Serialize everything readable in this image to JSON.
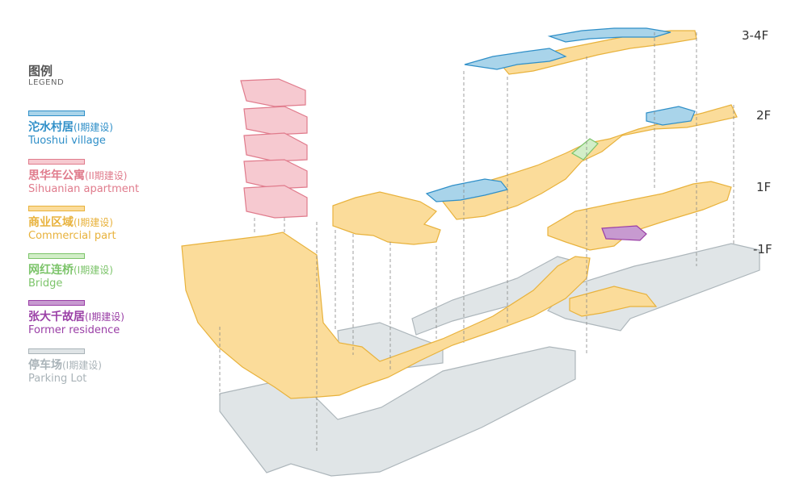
{
  "legend": {
    "title": "图例",
    "subtitle": "LEGEND",
    "items": [
      {
        "cn": "沱水村居",
        "phase": "(I期建设)",
        "en": "Tuoshui village",
        "color": "#2f8fc8",
        "fill": "#a9d4ea"
      },
      {
        "cn": "思华年公寓",
        "phase": "(II期建设)",
        "en": "Sihuanian apartment",
        "color": "#e07b8c",
        "fill": "#f6c9d0"
      },
      {
        "cn": "商业区域",
        "phase": "(I期建设)",
        "en": "Commercial part",
        "color": "#e8b23c",
        "fill": "#fbdc9a"
      },
      {
        "cn": "网红连桥",
        "phase": "(I期建设)",
        "en": "Bridge",
        "color": "#7cc46a",
        "fill": "#d2eec8"
      },
      {
        "cn": "张大千故居",
        "phase": "(I期建设)",
        "en": "Former residence",
        "color": "#9a3ea6",
        "fill": "#c79ad0"
      },
      {
        "cn": "停车场",
        "phase": "(I期建设)",
        "en": "Parking Lot",
        "color": "#a9b3b8",
        "fill": "#dfe4e6"
      }
    ]
  },
  "floors": [
    "3-4F",
    "2F",
    "1F",
    "-1F"
  ]
}
